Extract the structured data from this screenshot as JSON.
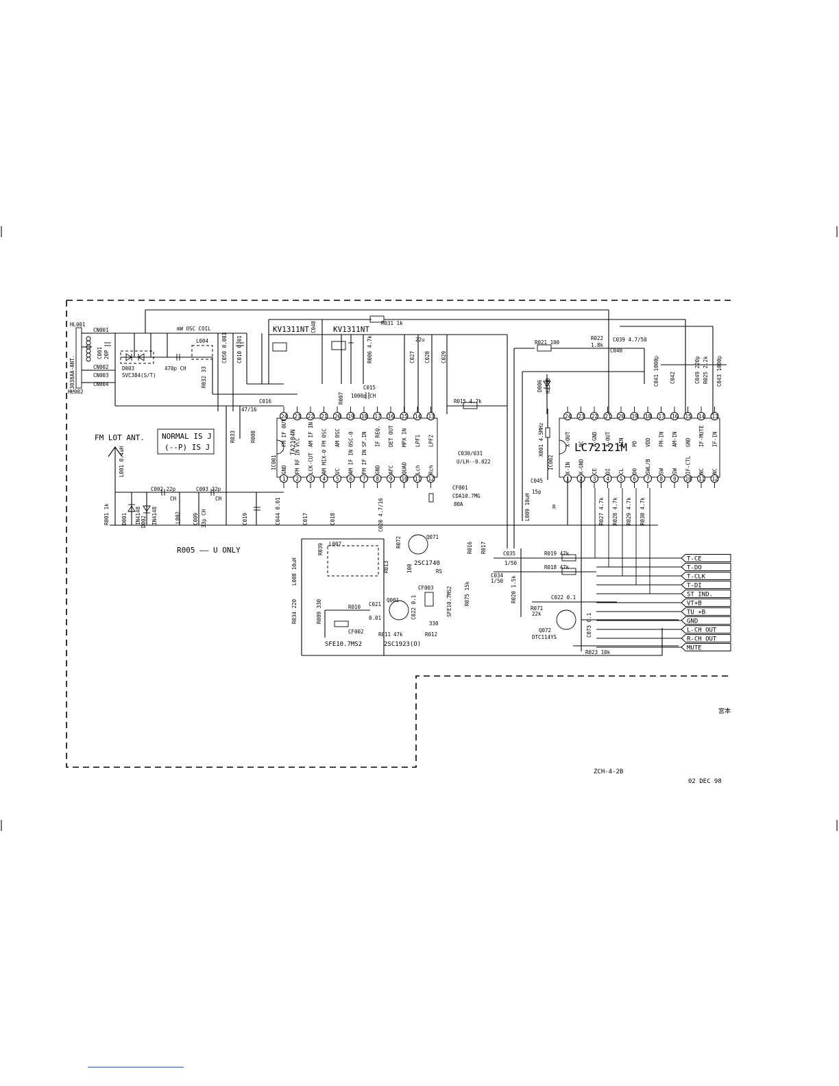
{
  "labels": {
    "ant_connector": "L3038AA-ANT.",
    "hl001": "HL001",
    "hl002": "HL002",
    "cn001": "CN001",
    "cn002": "CN002",
    "cn003": "CN003",
    "cn004": "CN004",
    "c001": "C001",
    "cap_20p": "20P",
    "d003": "D003",
    "svc": "SVC384(S/T)",
    "cap_470p": "470p CH",
    "r032": "R032 33",
    "mw_osc_coil": "mW OSC COIL",
    "l004": "L004",
    "c050": "C050 0.001",
    "c010": "C010 0.01",
    "kv_left": "KV1311NT",
    "kv_right": "KV1311NT",
    "c048": "C048",
    "r031": "R031 1k",
    "c015": "C015",
    "cap_1000p_ch": "1000p CH",
    "c027": "C027",
    "cap_22u": "22u",
    "c028": "C028",
    "c029": "C029",
    "r007": "R007",
    "c016": "C016",
    "cap_47_16": "47/16",
    "r015": "R015 4.7k",
    "r033": "R033",
    "r008": "R008",
    "fm_lot_ant": "FM LOT ANT.",
    "normal_is_j": "NORMAL IS J",
    "p_is_j": "(--P) IS J",
    "l001": "L001 0.4uH",
    "c002_22p": "C002 22p",
    "c003_22p": "C003 22p",
    "ch": "CH",
    "r001": "R001 1k",
    "d001": "D001",
    "d002": "D002",
    "in4148_a": "IN4148",
    "in4148_b": "IN4148",
    "l002": "L002",
    "c009": "C009",
    "cap_33p_ch": "33p CH",
    "c019": "C019",
    "c044_001": "C044 0.01",
    "c017": "C017",
    "c018": "C018",
    "c020": "C020 4.7/16",
    "r005_u_only": "R005 —— U ONLY",
    "ic001_label": "IC001",
    "ic001_part": "TA2104N",
    "ic002_label": "IC002",
    "ic002_part": "LC72121M",
    "c030": "C030/031",
    "u_lh": "U/LH--0.022",
    "cf001": "CF001",
    "cda": "CDA10.7MG",
    "cda2": "80A",
    "r021": "R021 100",
    "r022": "R022",
    "r022v": "1.8k",
    "c039": "C039 4.7/50",
    "c040": "C040",
    "c041": "C041 1000p",
    "c042": "C042",
    "c043": "C043 1000p",
    "c049": "C049 220p",
    "r025": "R025 2.2k",
    "r006": "R006 4.7k",
    "d006": "D006",
    "hz": "HZ30B",
    "x001": "X001 4.5MHz",
    "c045": "C045",
    "c045v": "15p",
    "r": "R",
    "l009": "L009 10uH",
    "r027": "R027 4.7k",
    "r028": "R028 4.7k",
    "r029": "R029 4.7k",
    "r030": "R030 4.7k",
    "l007": "L007",
    "r039": "R039",
    "q071": "Q071",
    "q071p": "2SC1740",
    "rs": "RS",
    "r072": "R072",
    "r016": "R016",
    "r017": "R017",
    "c035": "C035",
    "c035v": "1/50",
    "c034": "C034",
    "c034v": "1/50",
    "r019": "R019 47k",
    "r018": "R018 47k",
    "cf003": "CF003",
    "sfe_r": "SFE10.7MS2",
    "r075": "R075 15k",
    "r020": "R020 1.5k",
    "c022": "C022 0.1",
    "r071": "R071",
    "r071v": "22k",
    "q072": "Q072",
    "q072p": "DTC114YS",
    "c073": "C073 0.1",
    "r023": "R023 10k",
    "l008": "L008 10uH",
    "r034": "R034 220",
    "r009": "R009 330",
    "cf002": "CF002",
    "sfe_l": "SFE10.7MS2",
    "r010": "R010",
    "c021": "C021",
    "q001": "Q001",
    "q001p": "2SC1923(O)",
    "r011": "R011",
    "r011v": "47k",
    "r012": "R012",
    "val_330": "330",
    "r013": "R013",
    "val_001": "0.01",
    "val_022": "0.022",
    "val_100": "100",
    "kanji": "宮本",
    "drawing_no": "ZCH-4-2B",
    "date": "02  DEC  98"
  },
  "ic001_top_pins": [
    "24",
    "23",
    "22",
    "21",
    "20",
    "19",
    "18",
    "17",
    "16",
    "15",
    "14",
    "13"
  ],
  "ic001_top_names": [
    "FM IF OUT",
    "VCC",
    "AM IF IN",
    "FM OSC",
    "AM OSC",
    "OSC-O",
    "SF.IN",
    "IF REQ.",
    "DET OUT",
    "MPX IN",
    "LPF1",
    "LPF2"
  ],
  "ic001_bottom_pins": [
    "1",
    "2",
    "3",
    "4",
    "5",
    "6",
    "7",
    "8",
    "9",
    "10",
    "11",
    "12"
  ],
  "ic001_bottom_names": [
    "GND",
    "FM RF IN",
    "LCK-CUT",
    "AM MIX-O",
    "VC",
    "AM IF IN",
    "FM IF IN",
    "GND",
    "AFC",
    "QUAD",
    "Lch",
    "Rch"
  ],
  "ic002_top_pins": [
    "24",
    "23",
    "22",
    "21",
    "20",
    "19",
    "18",
    "17",
    "16",
    "15",
    "14",
    "13"
  ],
  "ic002_top_names": [
    "X-OUT",
    "NC",
    "A-GND",
    "A-OUT",
    "AIN",
    "PD",
    "VDD",
    "FM-IN",
    "AM-IN",
    "GND",
    "IF-MUTE",
    "IF-IN"
  ],
  "ic002_bottom_pins": [
    "1",
    "2",
    "3",
    "4",
    "5",
    "6",
    "7",
    "8",
    "9",
    "10",
    "11",
    "12"
  ],
  "ic002_bottom_names": [
    "X-IN",
    "X-GND",
    "CE",
    "DI",
    "CL",
    "DO",
    "SWL/B",
    "SW",
    "SW",
    "IF-CTL",
    "NC",
    "NC"
  ],
  "connector_pins": [
    "T-CE",
    "T-DO",
    "T-CLK",
    "T-DI",
    "ST IND.",
    "VT+B",
    "TU +B",
    "GND",
    "L-CH OUT",
    "R-CH OUT",
    "MUTE"
  ]
}
